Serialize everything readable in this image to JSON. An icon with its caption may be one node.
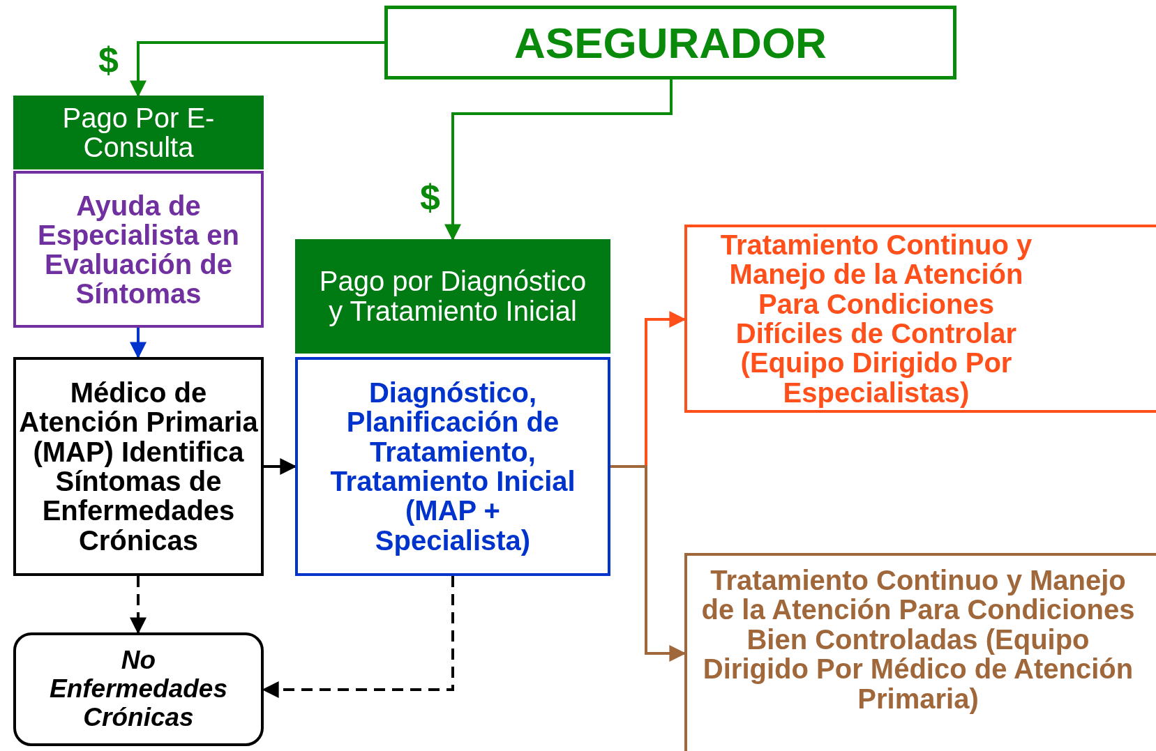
{
  "diagram": {
    "nodes": [
      {
        "text": [
          "ASEGURADOR"
        ]
      },
      {
        "text": [
          "Pago Por E-Consulta"
        ]
      },
      {
        "text": [
          "Ayuda de Especialista en Evaluación de Síntomas"
        ]
      },
      {
        "text": [
          "Médico de Atención Primaria (MAP) Identifica Síntomas de Enfermedades Crónicas"
        ]
      },
      {
        "text": [
          "No Enfermedades Crónicas"
        ]
      },
      {
        "text": [
          "Pago por Diagnóstico y Tratamiento Inicial"
        ]
      },
      {
        "text": [
          "Diagnóstico, Planificación de Tratamiento, Tratamiento Inicial (MAP + Specialista)"
        ]
      },
      {
        "text": [
          "Tratamiento Continuo y Manejo de la Atención Para Condiciones Difíciles de Controlar (Equipo Dirigido Por Especialistas)"
        ]
      },
      {
        "text": [
          "Tratamiento Continuo y Manejo de la Atención Para Condiciones Bien Controladas (Equipo Dirigido Por Médico de Atención Primaria)"
        ]
      }
    ],
    "edges": [
      {
        "from": 0,
        "to": 1,
        "arrow": "to",
        "label": "$",
        "color": "#0a8a0a"
      },
      {
        "from": 0,
        "to": 5,
        "arrow": "to",
        "label": "$",
        "color": "#0a8a0a"
      },
      {
        "from": 2,
        "to": 3,
        "arrow": "to",
        "color": "#0033cc"
      },
      {
        "from": 3,
        "to": 6,
        "arrow": "to"
      },
      {
        "from": 3,
        "to": 4,
        "arrow": "to",
        "style": "dashed"
      },
      {
        "from": 6,
        "to": 4,
        "arrow": "to",
        "style": "dashed"
      },
      {
        "from": 6,
        "to": 7,
        "arrow": "to",
        "color": "#ff4f1a"
      },
      {
        "from": 6,
        "to": 8,
        "arrow": "to",
        "color": "#a0673a"
      }
    ]
  }
}
